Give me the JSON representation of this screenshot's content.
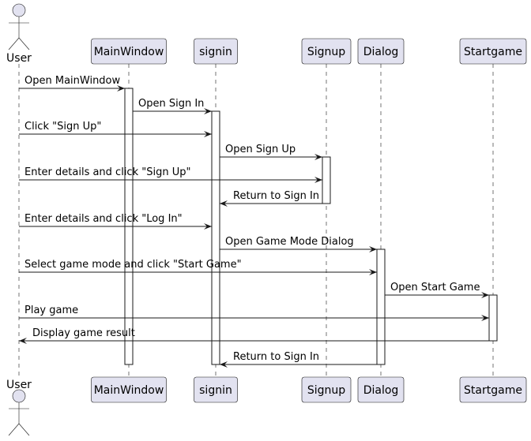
{
  "participants": [
    {
      "id": "user",
      "label": "User",
      "kind": "actor"
    },
    {
      "id": "mainwindow",
      "label": "MainWindow",
      "kind": "box"
    },
    {
      "id": "signin",
      "label": "signin",
      "kind": "box"
    },
    {
      "id": "signup",
      "label": "Signup",
      "kind": "box"
    },
    {
      "id": "dialog",
      "label": "Dialog",
      "kind": "box"
    },
    {
      "id": "startgame",
      "label": "Startgame",
      "kind": "box"
    }
  ],
  "messages": [
    {
      "from": "user",
      "to": "mainwindow",
      "label": "Open MainWindow"
    },
    {
      "from": "mainwindow",
      "to": "signin",
      "label": "Open Sign In"
    },
    {
      "from": "user",
      "to": "signin",
      "label": "Click \"Sign Up\""
    },
    {
      "from": "signin",
      "to": "signup",
      "label": "Open Sign Up"
    },
    {
      "from": "user",
      "to": "signup",
      "label": "Enter details and click \"Sign Up\""
    },
    {
      "from": "signup",
      "to": "signin",
      "label": "Return to Sign In"
    },
    {
      "from": "user",
      "to": "signin",
      "label": "Enter details and click \"Log In\""
    },
    {
      "from": "signin",
      "to": "dialog",
      "label": "Open Game Mode Dialog"
    },
    {
      "from": "user",
      "to": "dialog",
      "label": "Select game mode and click \"Start Game\""
    },
    {
      "from": "dialog",
      "to": "startgame",
      "label": "Open Start Game"
    },
    {
      "from": "user",
      "to": "startgame",
      "label": "Play game"
    },
    {
      "from": "startgame",
      "to": "user",
      "label": "Display game result"
    },
    {
      "from": "dialog",
      "to": "signin",
      "label": "Return to Sign In"
    }
  ],
  "colors": {
    "participant_fill": "#E2E2F0",
    "line": "#181818",
    "background": "#FFFFFF"
  }
}
